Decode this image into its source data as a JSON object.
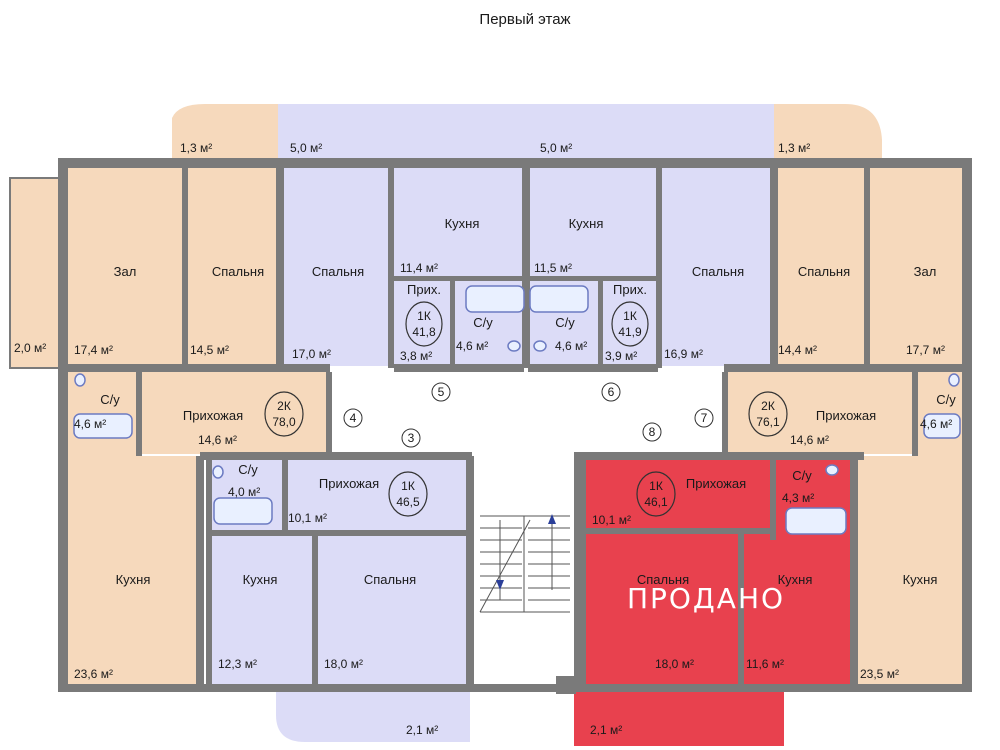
{
  "title": "Первый этаж",
  "colors": {
    "orange": "#f6d9bc",
    "lavender": "#dcdcf7",
    "sold": "#e8414e",
    "wall": "#7a7a7a"
  },
  "rooms": [
    {
      "name": "",
      "area": "1,3 м²"
    },
    {
      "name": "",
      "area": "5,0 м²"
    },
    {
      "name": "",
      "area": "5,0 м²"
    },
    {
      "name": "",
      "area": "1,3 м²"
    },
    {
      "name": "Зал",
      "area": "17,4 м²"
    },
    {
      "name": "Спальня",
      "area": "14,5 м²"
    },
    {
      "name": "Спальня",
      "area": "17,0 м²"
    },
    {
      "name": "Кухня",
      "area": "11,4 м²"
    },
    {
      "name": "Кухня",
      "area": "11,5 м²"
    },
    {
      "name": "Спальня",
      "area": "16,9 м²"
    },
    {
      "name": "Спальня",
      "area": "14,4 м²"
    },
    {
      "name": "Зал",
      "area": "17,7 м²"
    },
    {
      "name": "",
      "area": "2,0 м²"
    },
    {
      "name": "Прих.",
      "area": "3,8 м²"
    },
    {
      "name": "С/у",
      "area": "4,6 м²"
    },
    {
      "name": "С/у",
      "area": "4,6 м²"
    },
    {
      "name": "Прих.",
      "area": "3,9 м²"
    },
    {
      "name": "С/у",
      "area": "4,6 м²"
    },
    {
      "name": "Прихожая",
      "area": "14,6 м²"
    },
    {
      "name": "Прихожая",
      "area": "14,6 м²"
    },
    {
      "name": "С/у",
      "area": "4,6 м²"
    },
    {
      "name": "С/у",
      "area": "4,0 м²"
    },
    {
      "name": "Прихожая",
      "area": "10,1 м²"
    },
    {
      "name": "Кухня",
      "area": "23,6 м²"
    },
    {
      "name": "Кухня",
      "area": "12,3 м²"
    },
    {
      "name": "Спальня",
      "area": "18,0 м²"
    },
    {
      "name": "",
      "area": "2,1 м²"
    },
    {
      "name": "Прихожая",
      "area": "10,1 м²"
    },
    {
      "name": "С/у",
      "area": "4,3 м²"
    },
    {
      "name": "Спальня",
      "area": "18,0 м²"
    },
    {
      "name": "Кухня",
      "area": "11,6 м²"
    },
    {
      "name": "Кухня",
      "area": "23,5 м²"
    },
    {
      "name": "",
      "area": "2,1 м²"
    }
  ],
  "apartments": [
    {
      "type": "1К",
      "area": "41,8"
    },
    {
      "type": "1К",
      "area": "41,9"
    },
    {
      "type": "2К",
      "area": "78,0"
    },
    {
      "type": "2К",
      "area": "76,1"
    },
    {
      "type": "1К",
      "area": "46,5"
    },
    {
      "type": "1К",
      "area": "46,1"
    }
  ],
  "entrances": [
    "3",
    "4",
    "5",
    "6",
    "7",
    "8"
  ],
  "sold_label": "ПРОДАНО"
}
